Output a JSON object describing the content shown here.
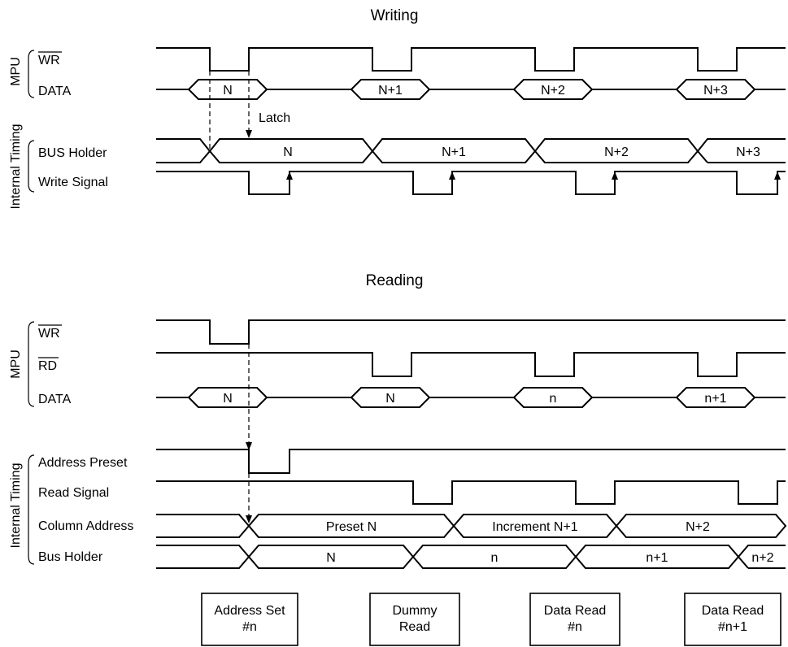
{
  "writing": {
    "title": "Writing",
    "mpu_group": "MPU",
    "internal_group": "Internal Timing",
    "signals": {
      "wr": "WR",
      "data": "DATA",
      "bus_holder": "BUS Holder",
      "write_signal": "Write Signal"
    },
    "data_values": [
      "N",
      "N+1",
      "N+2",
      "N+3"
    ],
    "bus_values": [
      "N",
      "N+1",
      "N+2",
      "N+3"
    ],
    "latch": "Latch"
  },
  "reading": {
    "title": "Reading",
    "mpu_group": "MPU",
    "internal_group": "Internal Timing",
    "signals": {
      "wr": "WR",
      "rd": "RD",
      "data": "DATA",
      "address_preset": "Address Preset",
      "read_signal": "Read Signal",
      "column_address": "Column Address",
      "bus_holder": "Bus Holder"
    },
    "data_values": [
      "N",
      "N",
      "n",
      "n+1"
    ],
    "column_values": [
      "Preset N",
      "Increment N+1",
      "N+2"
    ],
    "bus_values": [
      "N",
      "n",
      "n+1",
      "n+2"
    ]
  },
  "phases": [
    {
      "line1": "Address Set",
      "line2": "#n"
    },
    {
      "line1": "Dummy",
      "line2": "Read"
    },
    {
      "line1": "Data Read",
      "line2": "#n"
    },
    {
      "line1": "Data Read",
      "line2": "#n+1"
    }
  ]
}
